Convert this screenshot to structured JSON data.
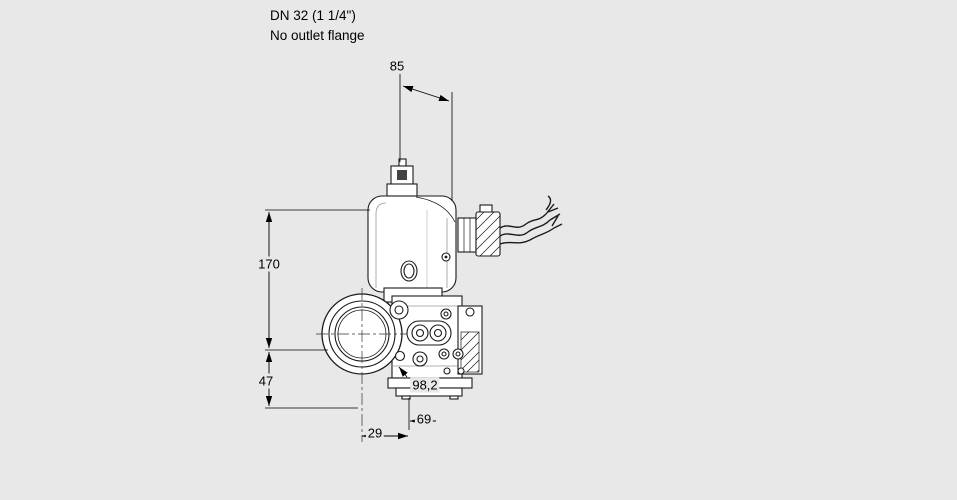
{
  "page": {
    "background": "#e8e8e8",
    "line_color": "#1a1a1a",
    "dimension_color": "#000000"
  },
  "title": {
    "line1": "DN 32 (1 1/4\")",
    "line2": "No outlet flange"
  },
  "dimensions": {
    "top_width": "85",
    "body_height": "170",
    "lower_height": "47",
    "depth": "98,2",
    "bottom_width": "69",
    "bottom_offset": "29"
  }
}
